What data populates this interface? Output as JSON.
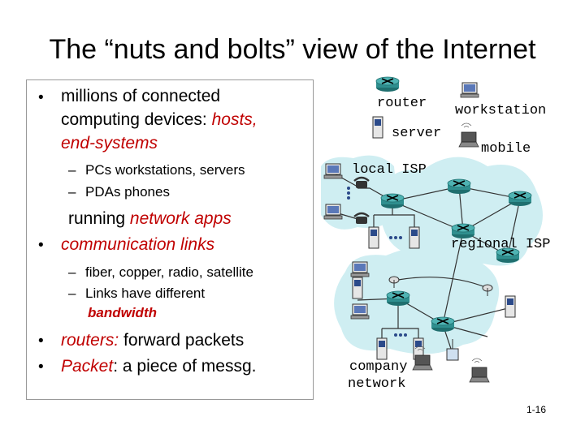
{
  "title": "The “nuts and bolts” view of the Internet",
  "bullets": {
    "b1_line1": "millions of connected",
    "b1_line2_plain": "computing devices: ",
    "b1_line2_red": "hosts,",
    "b1_line3_red": "end-systems",
    "sub1": "PCs workstations, servers",
    "sub2": "PDAs phones",
    "b2_plain": "running ",
    "b2_red": "network apps",
    "b3_red": "communication links",
    "sub3": "fiber, copper, radio, satellite",
    "sub4": "Links have different",
    "sub4b": "bandwidth",
    "b4_red": "routers:",
    "b4_plain": " forward packets",
    "b5_red": "Packet",
    "b5_plain": ": a piece of messg."
  },
  "diagram": {
    "router_label": "router",
    "server_label": "server",
    "workstation_label": "workstation",
    "mobile_label": "mobile",
    "local_isp_label": "local ISP",
    "regional_isp_label": "regional ISP",
    "company_label_1": "company",
    "company_label_2": "network"
  },
  "colors": {
    "accent_red": "#c00000",
    "isp_cloud": "#cfeef2",
    "router_fill": "#2f8f8f"
  },
  "page_number": "1-16"
}
